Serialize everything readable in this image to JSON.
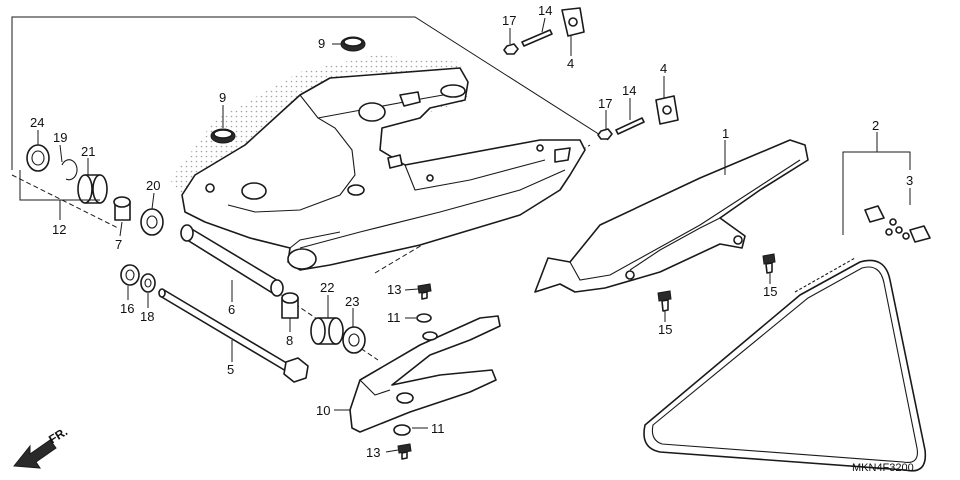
{
  "diagram": {
    "code": "MKN4F3200",
    "front_label": "FR.",
    "parts": [
      {
        "id": "p1",
        "ref": "1"
      },
      {
        "id": "p2",
        "ref": "2"
      },
      {
        "id": "p3",
        "ref": "3"
      },
      {
        "id": "p4a",
        "ref": "4"
      },
      {
        "id": "p4b",
        "ref": "4"
      },
      {
        "id": "p5",
        "ref": "5"
      },
      {
        "id": "p6",
        "ref": "6"
      },
      {
        "id": "p7",
        "ref": "7"
      },
      {
        "id": "p8",
        "ref": "8"
      },
      {
        "id": "p9a",
        "ref": "9"
      },
      {
        "id": "p9b",
        "ref": "9"
      },
      {
        "id": "p10",
        "ref": "10"
      },
      {
        "id": "p11a",
        "ref": "11"
      },
      {
        "id": "p11b",
        "ref": "11"
      },
      {
        "id": "p12",
        "ref": "12"
      },
      {
        "id": "p13a",
        "ref": "13"
      },
      {
        "id": "p13b",
        "ref": "13"
      },
      {
        "id": "p14a",
        "ref": "14"
      },
      {
        "id": "p14b",
        "ref": "14"
      },
      {
        "id": "p15a",
        "ref": "15"
      },
      {
        "id": "p15b",
        "ref": "15"
      },
      {
        "id": "p16",
        "ref": "16"
      },
      {
        "id": "p17a",
        "ref": "17"
      },
      {
        "id": "p17b",
        "ref": "17"
      },
      {
        "id": "p18",
        "ref": "18"
      },
      {
        "id": "p19",
        "ref": "19"
      },
      {
        "id": "p20",
        "ref": "20"
      },
      {
        "id": "p21",
        "ref": "21"
      },
      {
        "id": "p22",
        "ref": "22"
      },
      {
        "id": "p23",
        "ref": "23"
      },
      {
        "id": "p24",
        "ref": "24"
      }
    ]
  }
}
